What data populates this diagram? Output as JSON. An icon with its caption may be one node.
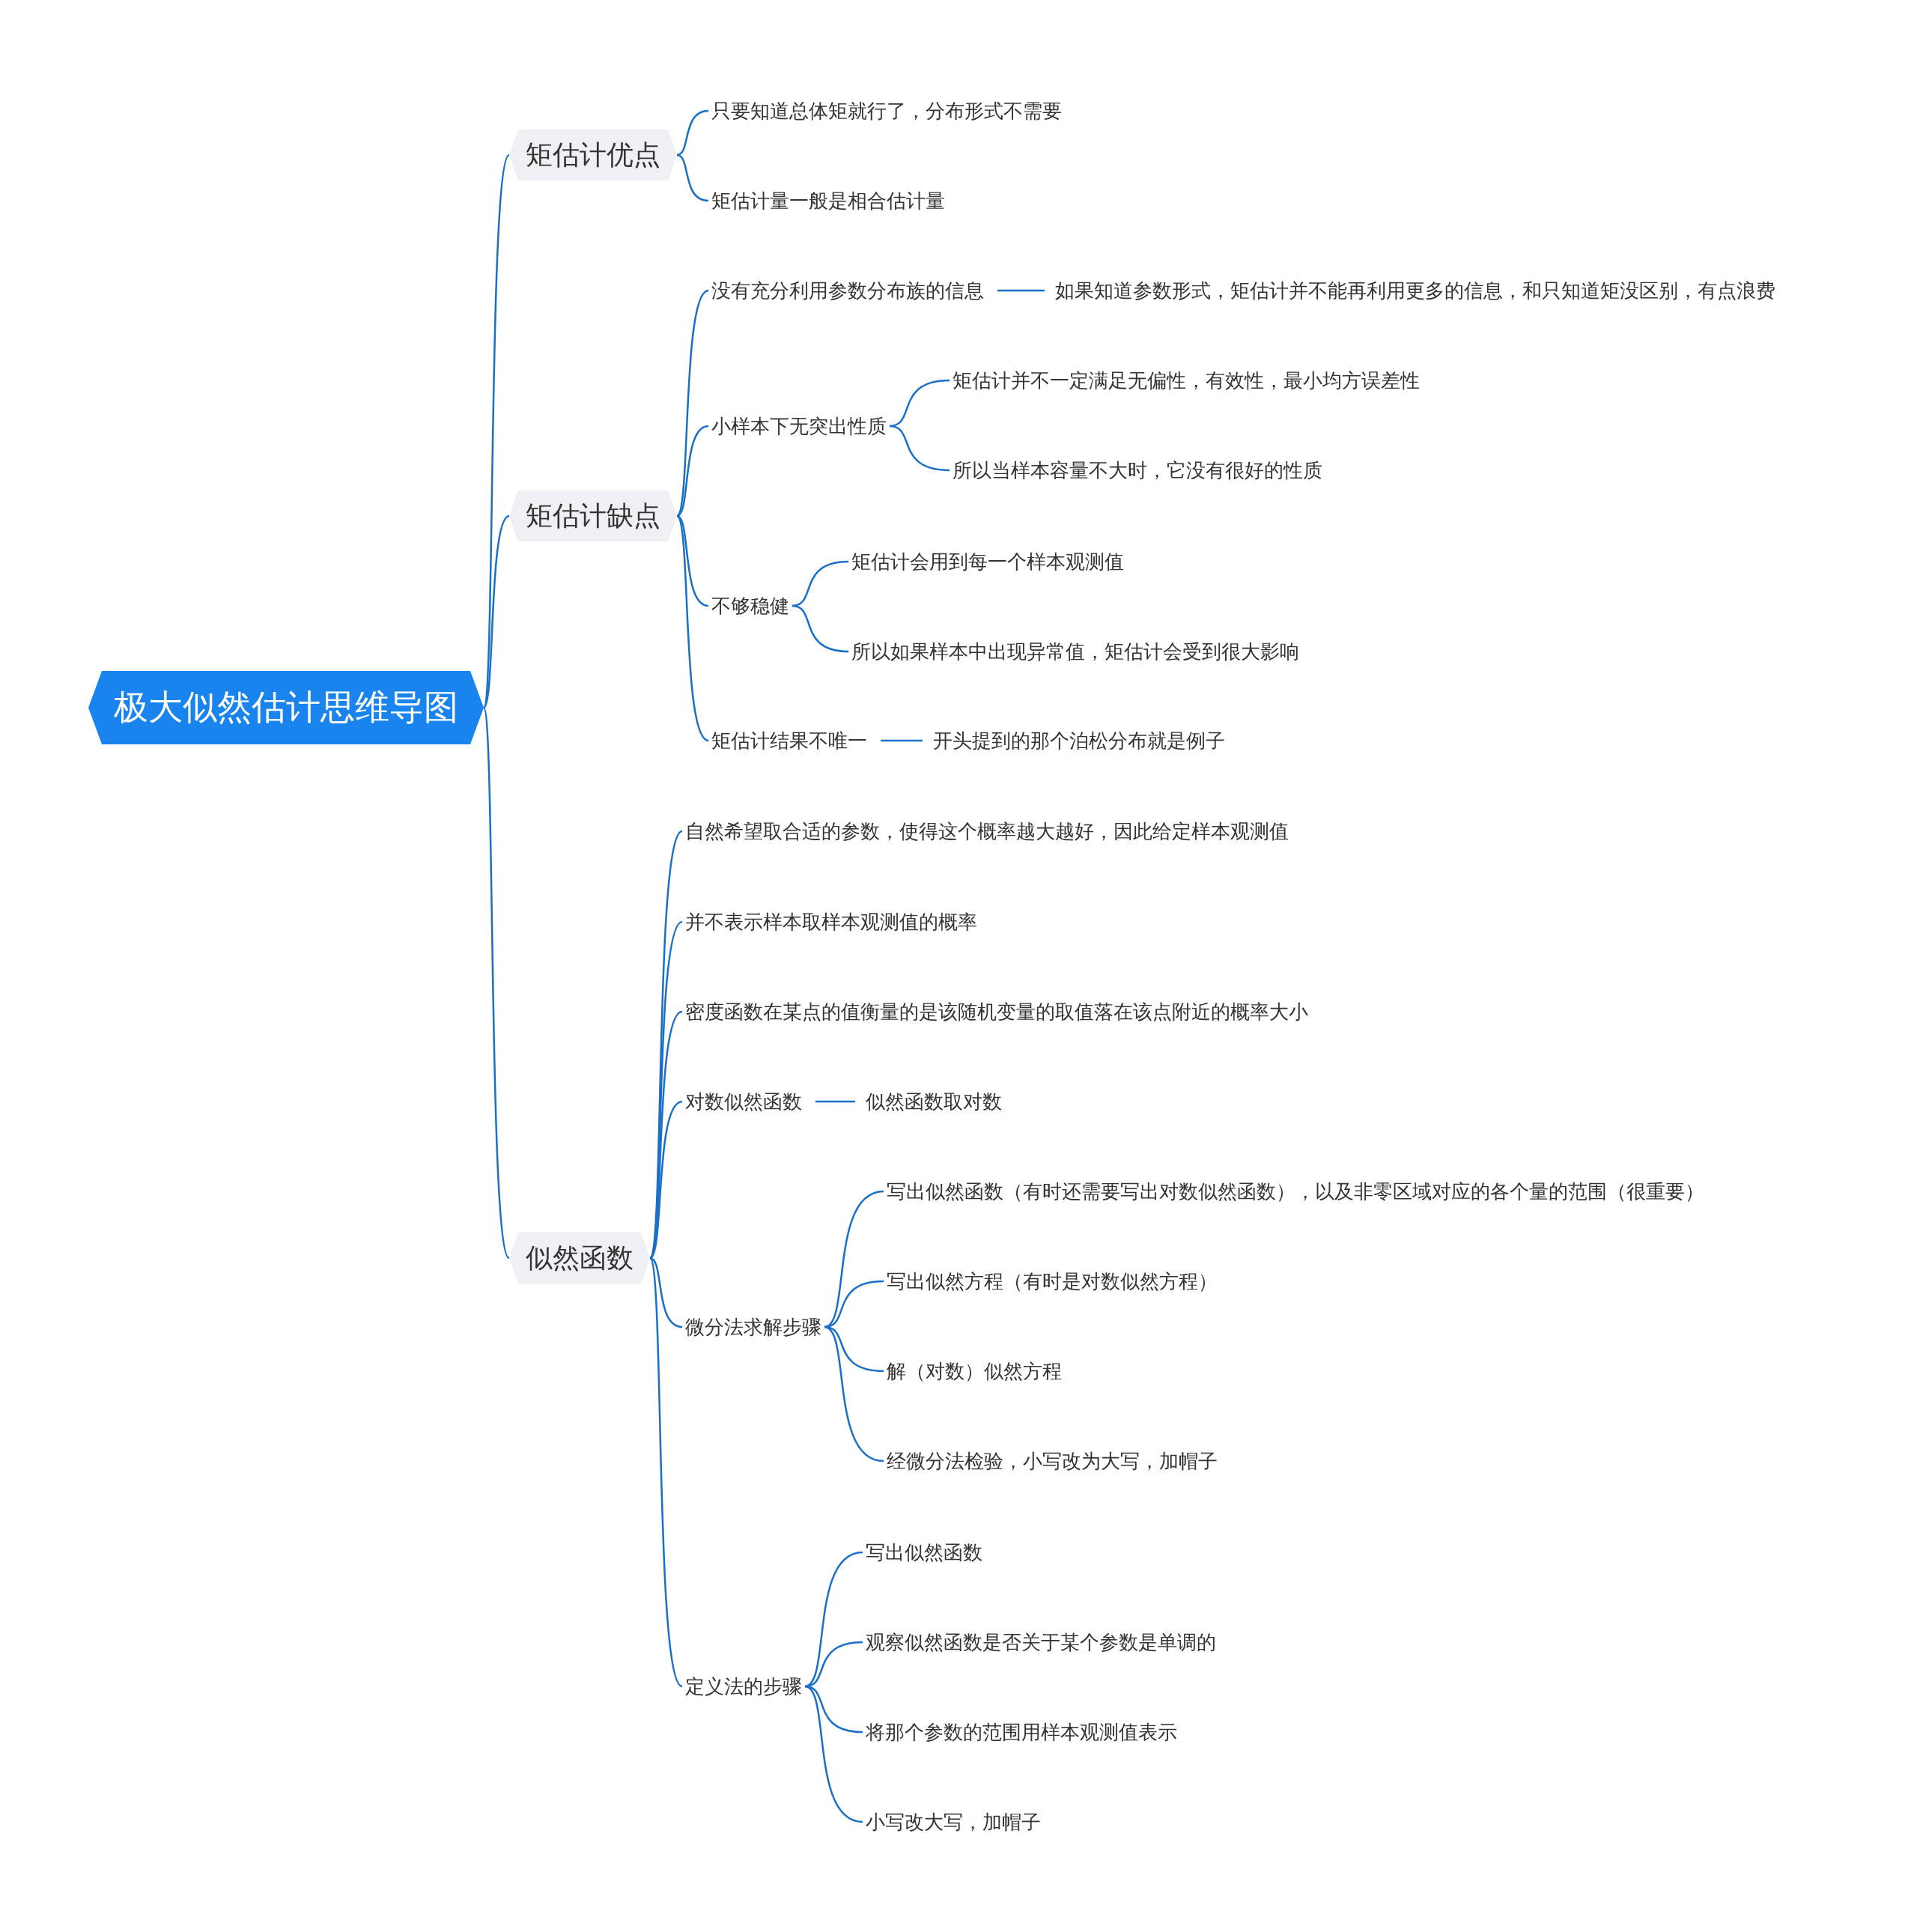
{
  "diagram": {
    "nodes": [
      {
        "text": [
          "极大似然估计思维导图"
        ]
      },
      {
        "text": [
          "矩估计优点"
        ]
      },
      {
        "text": [
          "只要知道总体矩就行了，分布形式不需要"
        ]
      },
      {
        "text": [
          "矩估计量一般是相合估计量"
        ]
      },
      {
        "text": [
          "矩估计缺点"
        ]
      },
      {
        "text": [
          "没有充分利用参数分布族的信息"
        ]
      },
      {
        "text": [
          "如果知道参数形式，矩估计并不能再利用更多的信息，和只知道矩没区别，有点浪费"
        ]
      },
      {
        "text": [
          "小样本下无突出性质"
        ]
      },
      {
        "text": [
          "矩估计并不一定满足无偏性，有效性，最小均方误差性"
        ]
      },
      {
        "text": [
          "所以当样本容量不大时，它没有很好的性质"
        ]
      },
      {
        "text": [
          "不够稳健"
        ]
      },
      {
        "text": [
          "矩估计会用到每一个样本观测值"
        ]
      },
      {
        "text": [
          "所以如果样本中出现异常值，矩估计会受到很大影响"
        ]
      },
      {
        "text": [
          "矩估计结果不唯一"
        ]
      },
      {
        "text": [
          "开头提到的那个泊松分布就是例子"
        ]
      },
      {
        "text": [
          "似然函数"
        ]
      },
      {
        "text": [
          "自然希望取合适的参数，使得这个概率越大越好，因此给定样本观测值"
        ]
      },
      {
        "text": [
          "并不表示样本取样本观测值的概率"
        ]
      },
      {
        "text": [
          "密度函数在某点的值衡量的是该随机变量的取值落在该点附近的概率大小"
        ]
      },
      {
        "text": [
          "对数似然函数"
        ]
      },
      {
        "text": [
          "似然函数取对数"
        ]
      },
      {
        "text": [
          "微分法求解步骤"
        ]
      },
      {
        "text": [
          "写出似然函数（有时还需要写出对数似然函数），以及非零区域对应的各个量的范围（很重要）"
        ]
      },
      {
        "text": [
          "写出似然方程（有时是对数似然方程）"
        ]
      },
      {
        "text": [
          "解（对数）似然方程"
        ]
      },
      {
        "text": [
          "经微分法检验，小写改为大写，加帽子"
        ]
      },
      {
        "text": [
          "定义法的步骤"
        ]
      },
      {
        "text": [
          "写出似然函数"
        ]
      },
      {
        "text": [
          "观察似然函数是否关于某个参数是单调的"
        ]
      },
      {
        "text": [
          "将那个参数的范围用样本观测值表示"
        ]
      },
      {
        "text": [
          "小写改大写，加帽子"
        ]
      }
    ],
    "edges": [
      {
        "from": 0,
        "to": 1,
        "arrow": "none"
      },
      {
        "from": 0,
        "to": 4,
        "arrow": "none"
      },
      {
        "from": 0,
        "to": 15,
        "arrow": "none"
      },
      {
        "from": 1,
        "to": 2,
        "arrow": "none"
      },
      {
        "from": 1,
        "to": 3,
        "arrow": "none"
      },
      {
        "from": 4,
        "to": 5,
        "arrow": "none"
      },
      {
        "from": 5,
        "to": 6,
        "arrow": "none"
      },
      {
        "from": 4,
        "to": 7,
        "arrow": "none"
      },
      {
        "from": 7,
        "to": 8,
        "arrow": "none"
      },
      {
        "from": 7,
        "to": 9,
        "arrow": "none"
      },
      {
        "from": 4,
        "to": 10,
        "arrow": "none"
      },
      {
        "from": 10,
        "to": 11,
        "arrow": "none"
      },
      {
        "from": 10,
        "to": 12,
        "arrow": "none"
      },
      {
        "from": 4,
        "to": 13,
        "arrow": "none"
      },
      {
        "from": 13,
        "to": 14,
        "arrow": "none"
      },
      {
        "from": 15,
        "to": 16,
        "arrow": "none"
      },
      {
        "from": 15,
        "to": 17,
        "arrow": "none"
      },
      {
        "from": 15,
        "to": 18,
        "arrow": "none"
      },
      {
        "from": 15,
        "to": 19,
        "arrow": "none"
      },
      {
        "from": 19,
        "to": 20,
        "arrow": "none"
      },
      {
        "from": 15,
        "to": 21,
        "arrow": "none"
      },
      {
        "from": 21,
        "to": 22,
        "arrow": "none"
      },
      {
        "from": 21,
        "to": 23,
        "arrow": "none"
      },
      {
        "from": 21,
        "to": 24,
        "arrow": "none"
      },
      {
        "from": 21,
        "to": 25,
        "arrow": "none"
      },
      {
        "from": 15,
        "to": 26,
        "arrow": "none"
      },
      {
        "from": 26,
        "to": 27,
        "arrow": "none"
      },
      {
        "from": 26,
        "to": 28,
        "arrow": "none"
      },
      {
        "from": 26,
        "to": 29,
        "arrow": "none"
      },
      {
        "from": 26,
        "to": 30,
        "arrow": "none"
      }
    ]
  }
}
